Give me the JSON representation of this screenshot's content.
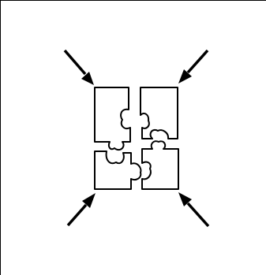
{
  "illustration": {
    "icon": "puzzle-pieces-converging-icon",
    "pieces": [
      "top-left-piece",
      "top-right-piece",
      "bottom-left-piece",
      "bottom-right-piece"
    ],
    "arrows": [
      "arrow-top-left",
      "arrow-top-right",
      "arrow-bottom-left",
      "arrow-bottom-right"
    ],
    "stroke_color": "#000000",
    "background_color": "#ffffff"
  }
}
